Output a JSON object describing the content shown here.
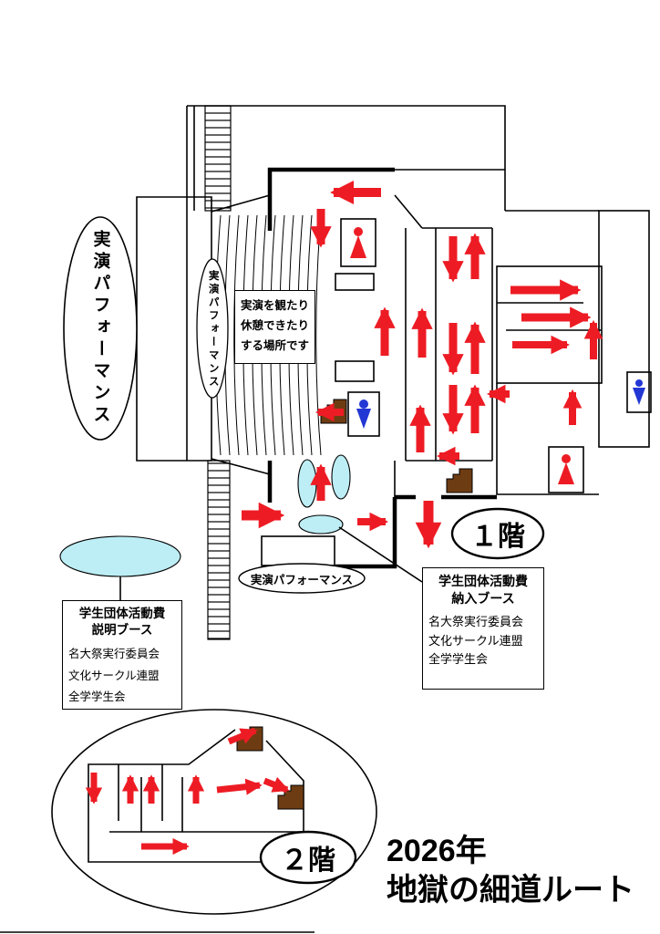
{
  "colors": {
    "route": "#ed1c24",
    "stairs": "#6e3c13",
    "booth": "#bdeef5",
    "toilet-man": "#2337d4",
    "toilet-woman": "#ed1c24"
  },
  "labels": {
    "performance_left": "実演パフォーマンス",
    "performance_stage": "実演パフォーマンス",
    "performance_front": "実演パフォーマンス",
    "rest_area_lines": [
      "実演を観たり",
      "休憩できたり",
      "する場所です"
    ],
    "floor1": "１階",
    "floor2": "２階"
  },
  "booths": {
    "payment": {
      "title1": "学生団体活動費",
      "title2": "納入ブース",
      "members": [
        "名大祭実行委員会",
        "文化サークル連盟",
        "全学学生会"
      ]
    },
    "info": {
      "title1": "学生団体活動費",
      "title2": "説明ブース",
      "members": [
        "名大祭実行委員会",
        "文化サークル連盟",
        "全学学生会"
      ]
    }
  },
  "title": {
    "year": "2026年",
    "route": "地獄の細道ルート"
  },
  "icons": {
    "restroom_woman": "woman-silhouette",
    "restroom_man": "man-silhouette",
    "stairs": "staircase-steps"
  }
}
